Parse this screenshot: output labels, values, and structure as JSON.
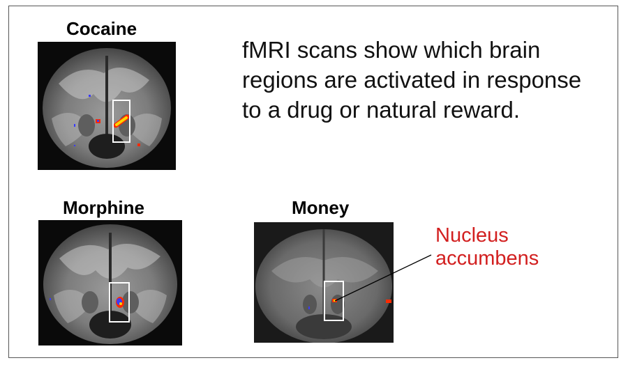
{
  "panels": {
    "cocaine_title": "Cocaine",
    "morphine_title": "Morphine",
    "money_title": "Money"
  },
  "description": "fMRI scans show which brain regions are activated in response to a drug or natural reward.",
  "annotation": {
    "label": "Nucleus accumbens"
  },
  "colors": {
    "annotation": "#d21f1f",
    "highlight_box": "#ffffff",
    "activation_hot": "#ffd400",
    "activation_warm": "#ff2a00",
    "activation_cool": "#3a3aff"
  }
}
